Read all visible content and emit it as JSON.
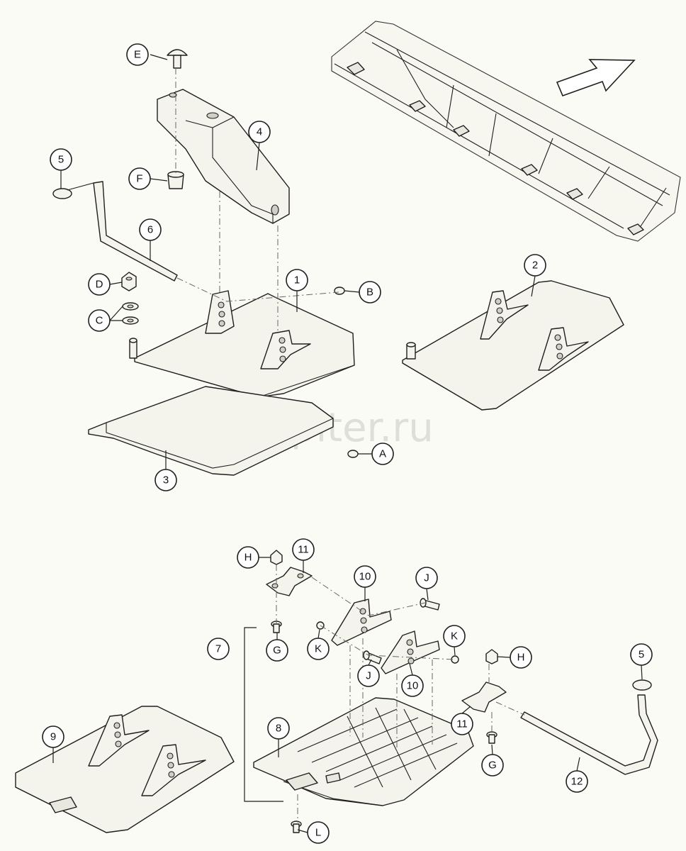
{
  "watermark": "autopiter.ru",
  "callouts": [
    {
      "id": "E",
      "label": "E"
    },
    {
      "id": "4",
      "label": "4"
    },
    {
      "id": "5a",
      "label": "5"
    },
    {
      "id": "F",
      "label": "F"
    },
    {
      "id": "6",
      "label": "6"
    },
    {
      "id": "D",
      "label": "D"
    },
    {
      "id": "1",
      "label": "1"
    },
    {
      "id": "B",
      "label": "B"
    },
    {
      "id": "C",
      "label": "C"
    },
    {
      "id": "2",
      "label": "2"
    },
    {
      "id": "A",
      "label": "A"
    },
    {
      "id": "3",
      "label": "3"
    },
    {
      "id": "H1",
      "label": "H"
    },
    {
      "id": "11a",
      "label": "11"
    },
    {
      "id": "10a",
      "label": "10"
    },
    {
      "id": "J1",
      "label": "J"
    },
    {
      "id": "7",
      "label": "7"
    },
    {
      "id": "G1",
      "label": "G"
    },
    {
      "id": "K1",
      "label": "K"
    },
    {
      "id": "J2",
      "label": "J"
    },
    {
      "id": "K2",
      "label": "K"
    },
    {
      "id": "H2",
      "label": "H"
    },
    {
      "id": "10b",
      "label": "10"
    },
    {
      "id": "5b",
      "label": "5"
    },
    {
      "id": "9",
      "label": "9"
    },
    {
      "id": "8",
      "label": "8"
    },
    {
      "id": "11b",
      "label": "11"
    },
    {
      "id": "G2",
      "label": "G"
    },
    {
      "id": "12",
      "label": "12"
    },
    {
      "id": "L",
      "label": "L"
    }
  ]
}
